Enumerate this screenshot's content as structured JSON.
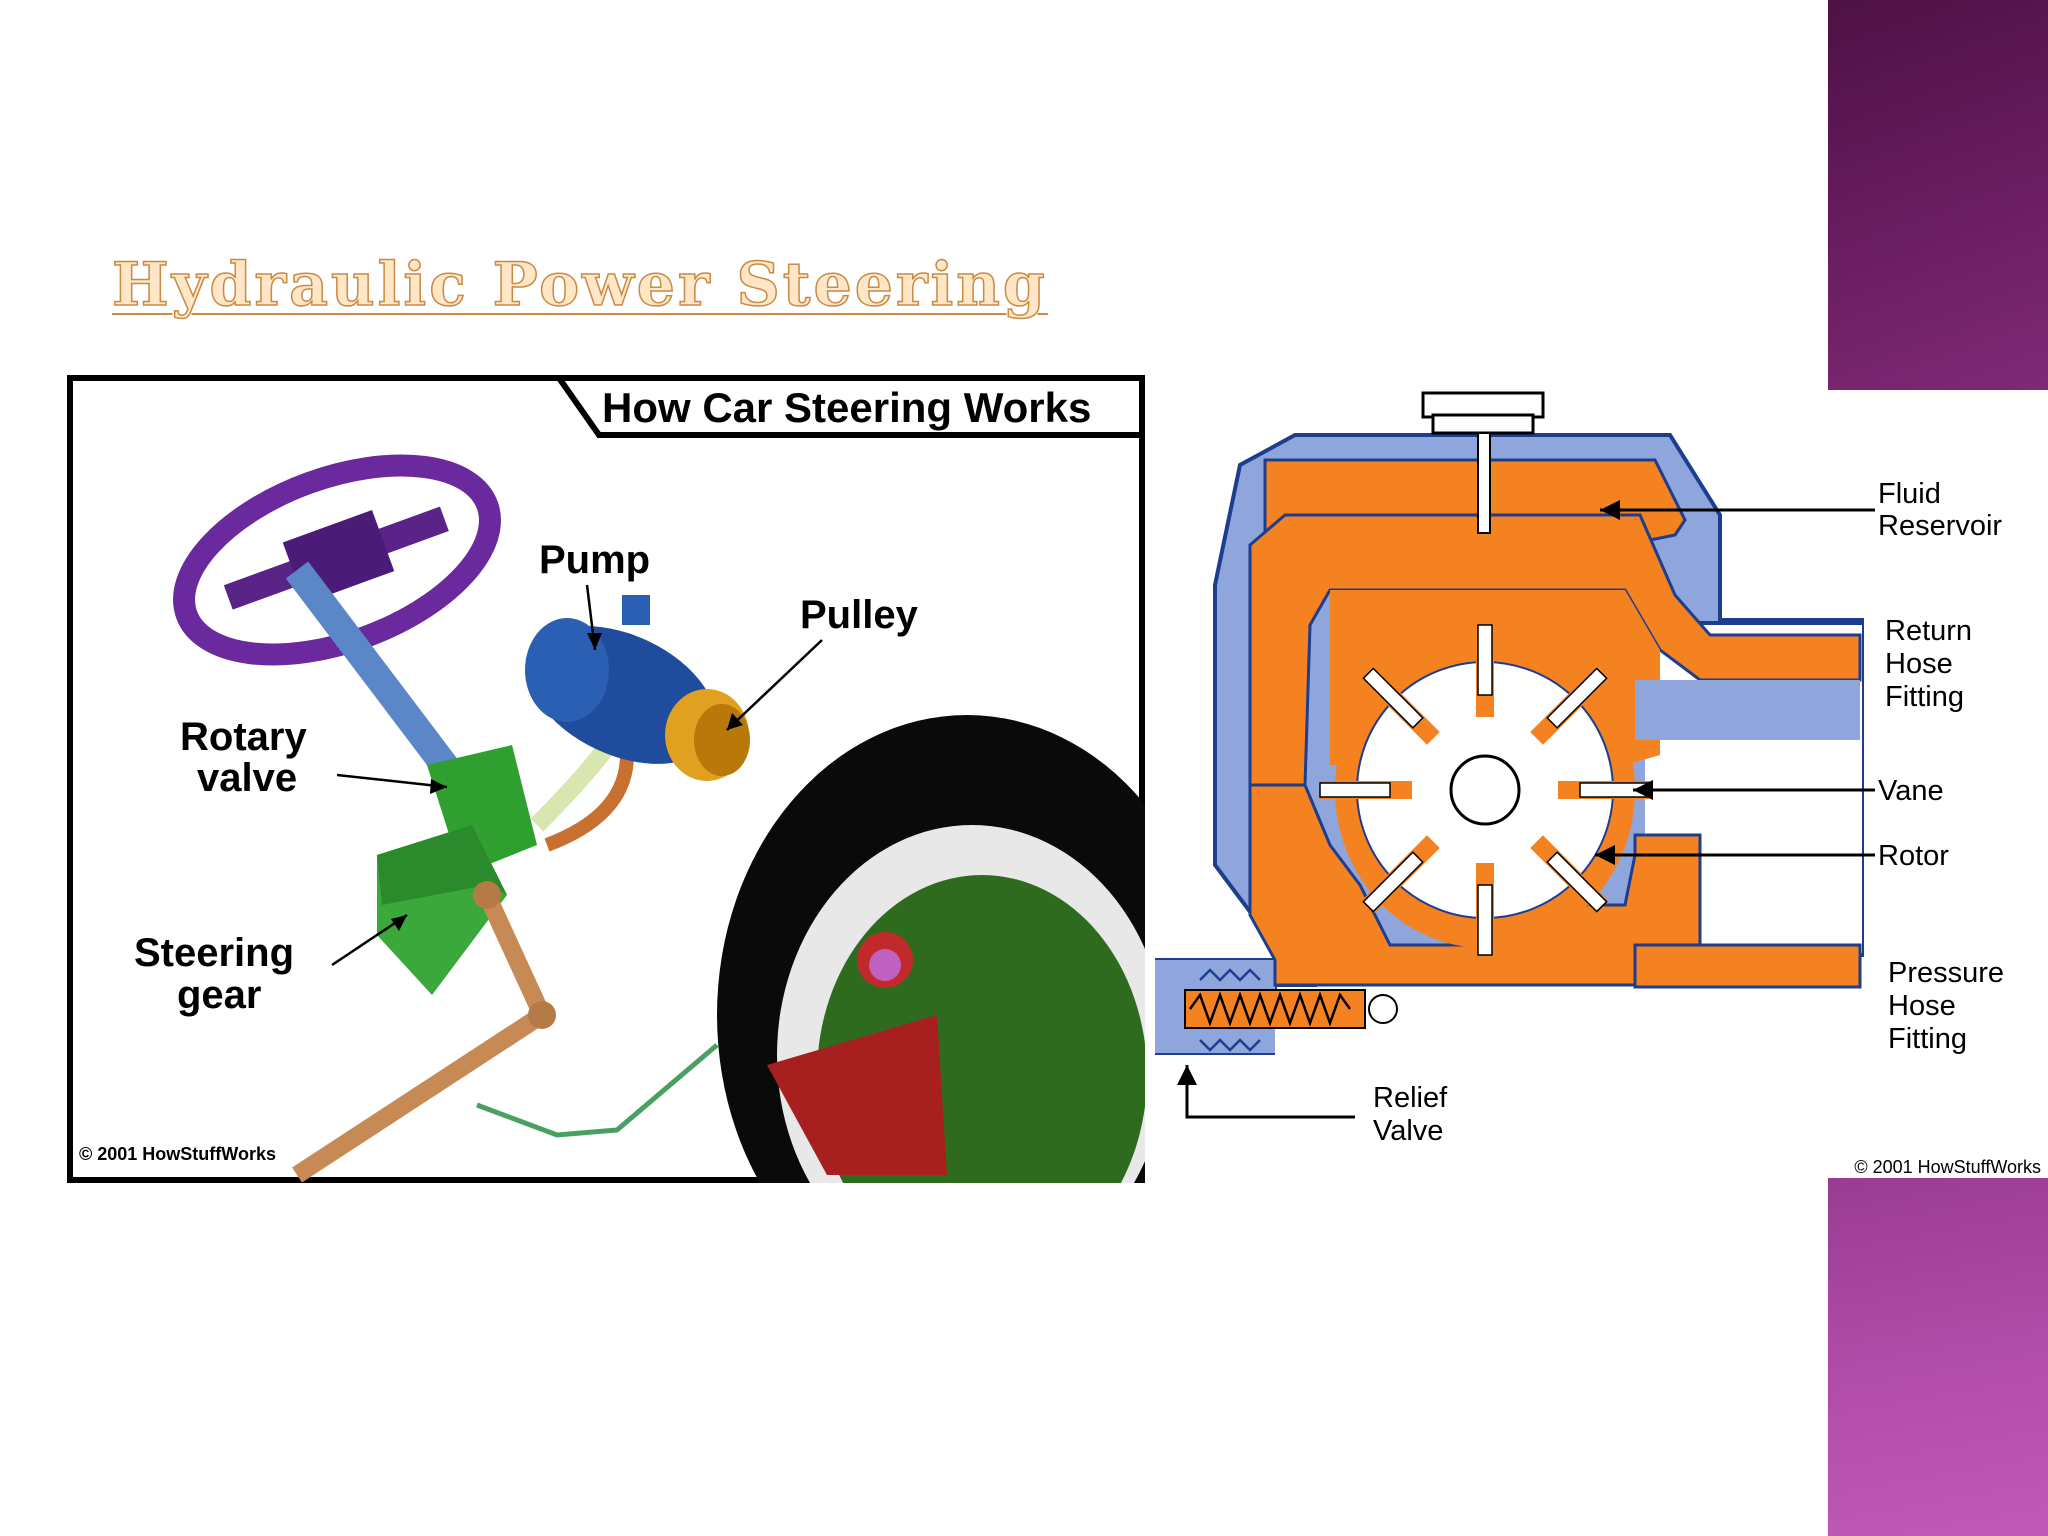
{
  "slide": {
    "title": "Hydraulic Power Steering"
  },
  "figure_left": {
    "title": "How Car Steering Works",
    "labels": {
      "pump": "Pump",
      "pulley": "Pulley",
      "rotary_valve_line1": "Rotary",
      "rotary_valve_line2": "valve",
      "steering_gear_line1": "Steering",
      "steering_gear_line2": "gear"
    },
    "copyright": "© 2001 HowStuffWorks"
  },
  "figure_right": {
    "labels": {
      "fluid_reservoir_line1": "Fluid",
      "fluid_reservoir_line2": "Reservoir",
      "return_hose_line1": "Return",
      "return_hose_line2": "Hose",
      "return_hose_line3": "Fitting",
      "vane": "Vane",
      "rotor": "Rotor",
      "pressure_hose_line1": "Pressure",
      "pressure_hose_line2": "Hose",
      "pressure_hose_line3": "Fitting",
      "relief_valve_line1": "Relief",
      "relief_valve_line2": "Valve"
    },
    "copyright": "© 2001 HowStuffWorks"
  },
  "colors": {
    "decor_top": "#5a1450",
    "decor_bottom": "#b24eaa",
    "title_fill": "#ffe6c6",
    "title_outline": "#c98a43",
    "housing_blue": "#8fa6dc",
    "fluid_orange": "#f58220"
  }
}
